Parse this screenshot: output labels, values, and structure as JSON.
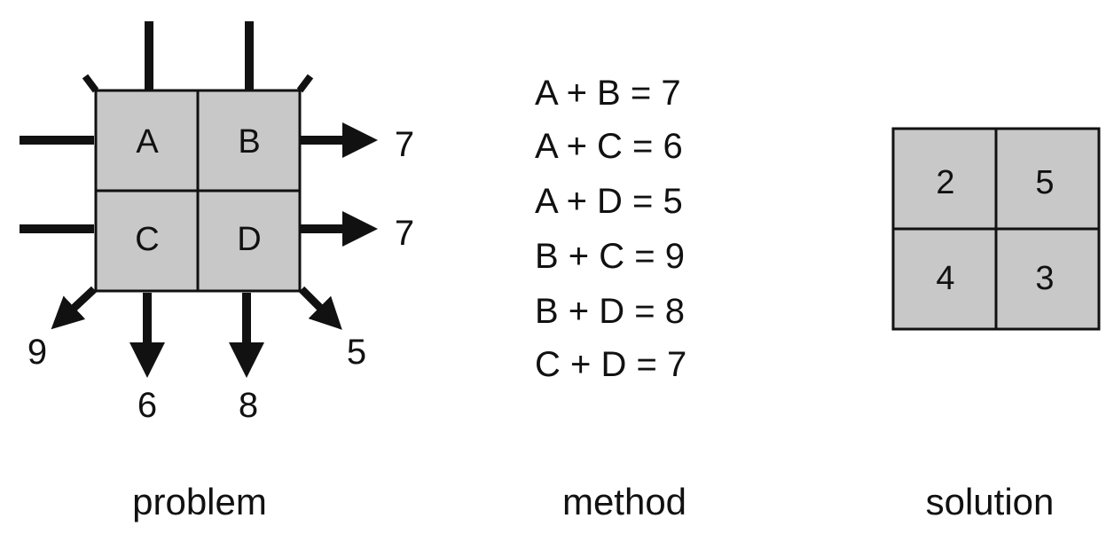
{
  "problem": {
    "caption": "problem",
    "cells": [
      "A",
      "B",
      "C",
      "D"
    ],
    "sums": {
      "row_top": "7",
      "row_bottom": "7",
      "diag_left": "9",
      "col_left": "6",
      "col_right": "8",
      "diag_right": "5"
    }
  },
  "method": {
    "caption": "method",
    "equations": [
      "A + B = 7",
      "A + C = 6",
      "A + D = 5",
      "B + C = 9",
      "B + D = 8",
      "C + D = 7"
    ]
  },
  "solution": {
    "caption": "solution",
    "cells": [
      "2",
      "5",
      "4",
      "3"
    ]
  },
  "colors": {
    "cell_fill": "#c8c8c8",
    "stroke": "#111111",
    "background": "#ffffff"
  }
}
